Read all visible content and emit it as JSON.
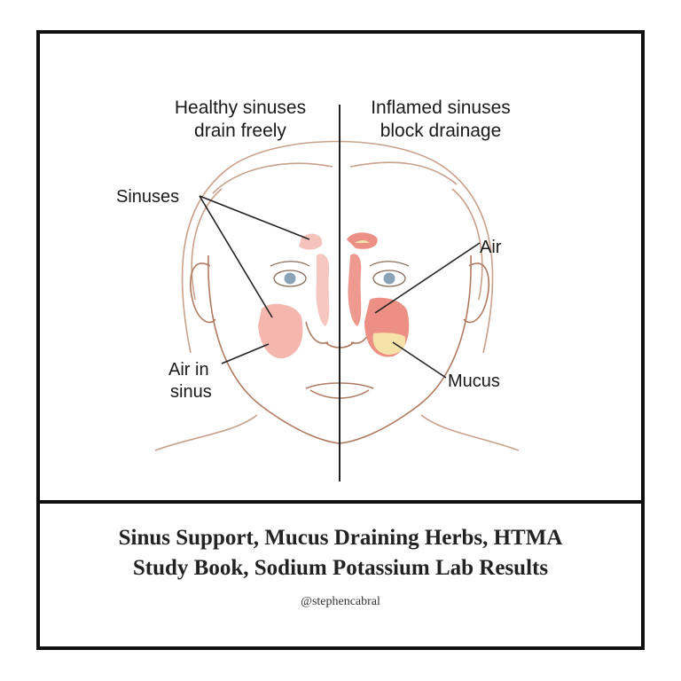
{
  "diagram": {
    "left_heading": [
      "Healthy sinuses",
      "drain freely"
    ],
    "right_heading": [
      "Inflamed sinuses",
      "block drainage"
    ],
    "labels": {
      "sinuses": "Sinuses",
      "air_in_sinus": [
        "Air in",
        "sinus"
      ],
      "air": "Air",
      "mucus": "Mucus"
    }
  },
  "caption": {
    "line1": "Sinus Support, Mucus Draining Herbs, HTMA",
    "line2": "Study Book, Sodium Potassium Lab Results"
  },
  "handle": "@stephencabral",
  "colors": {
    "border": "#111111",
    "skin_line": "#b07a60",
    "sinus_fill": "#f2a7a0",
    "sinus_inflamed": "#e8786c",
    "mucus_fill": "#f5e2a8"
  }
}
